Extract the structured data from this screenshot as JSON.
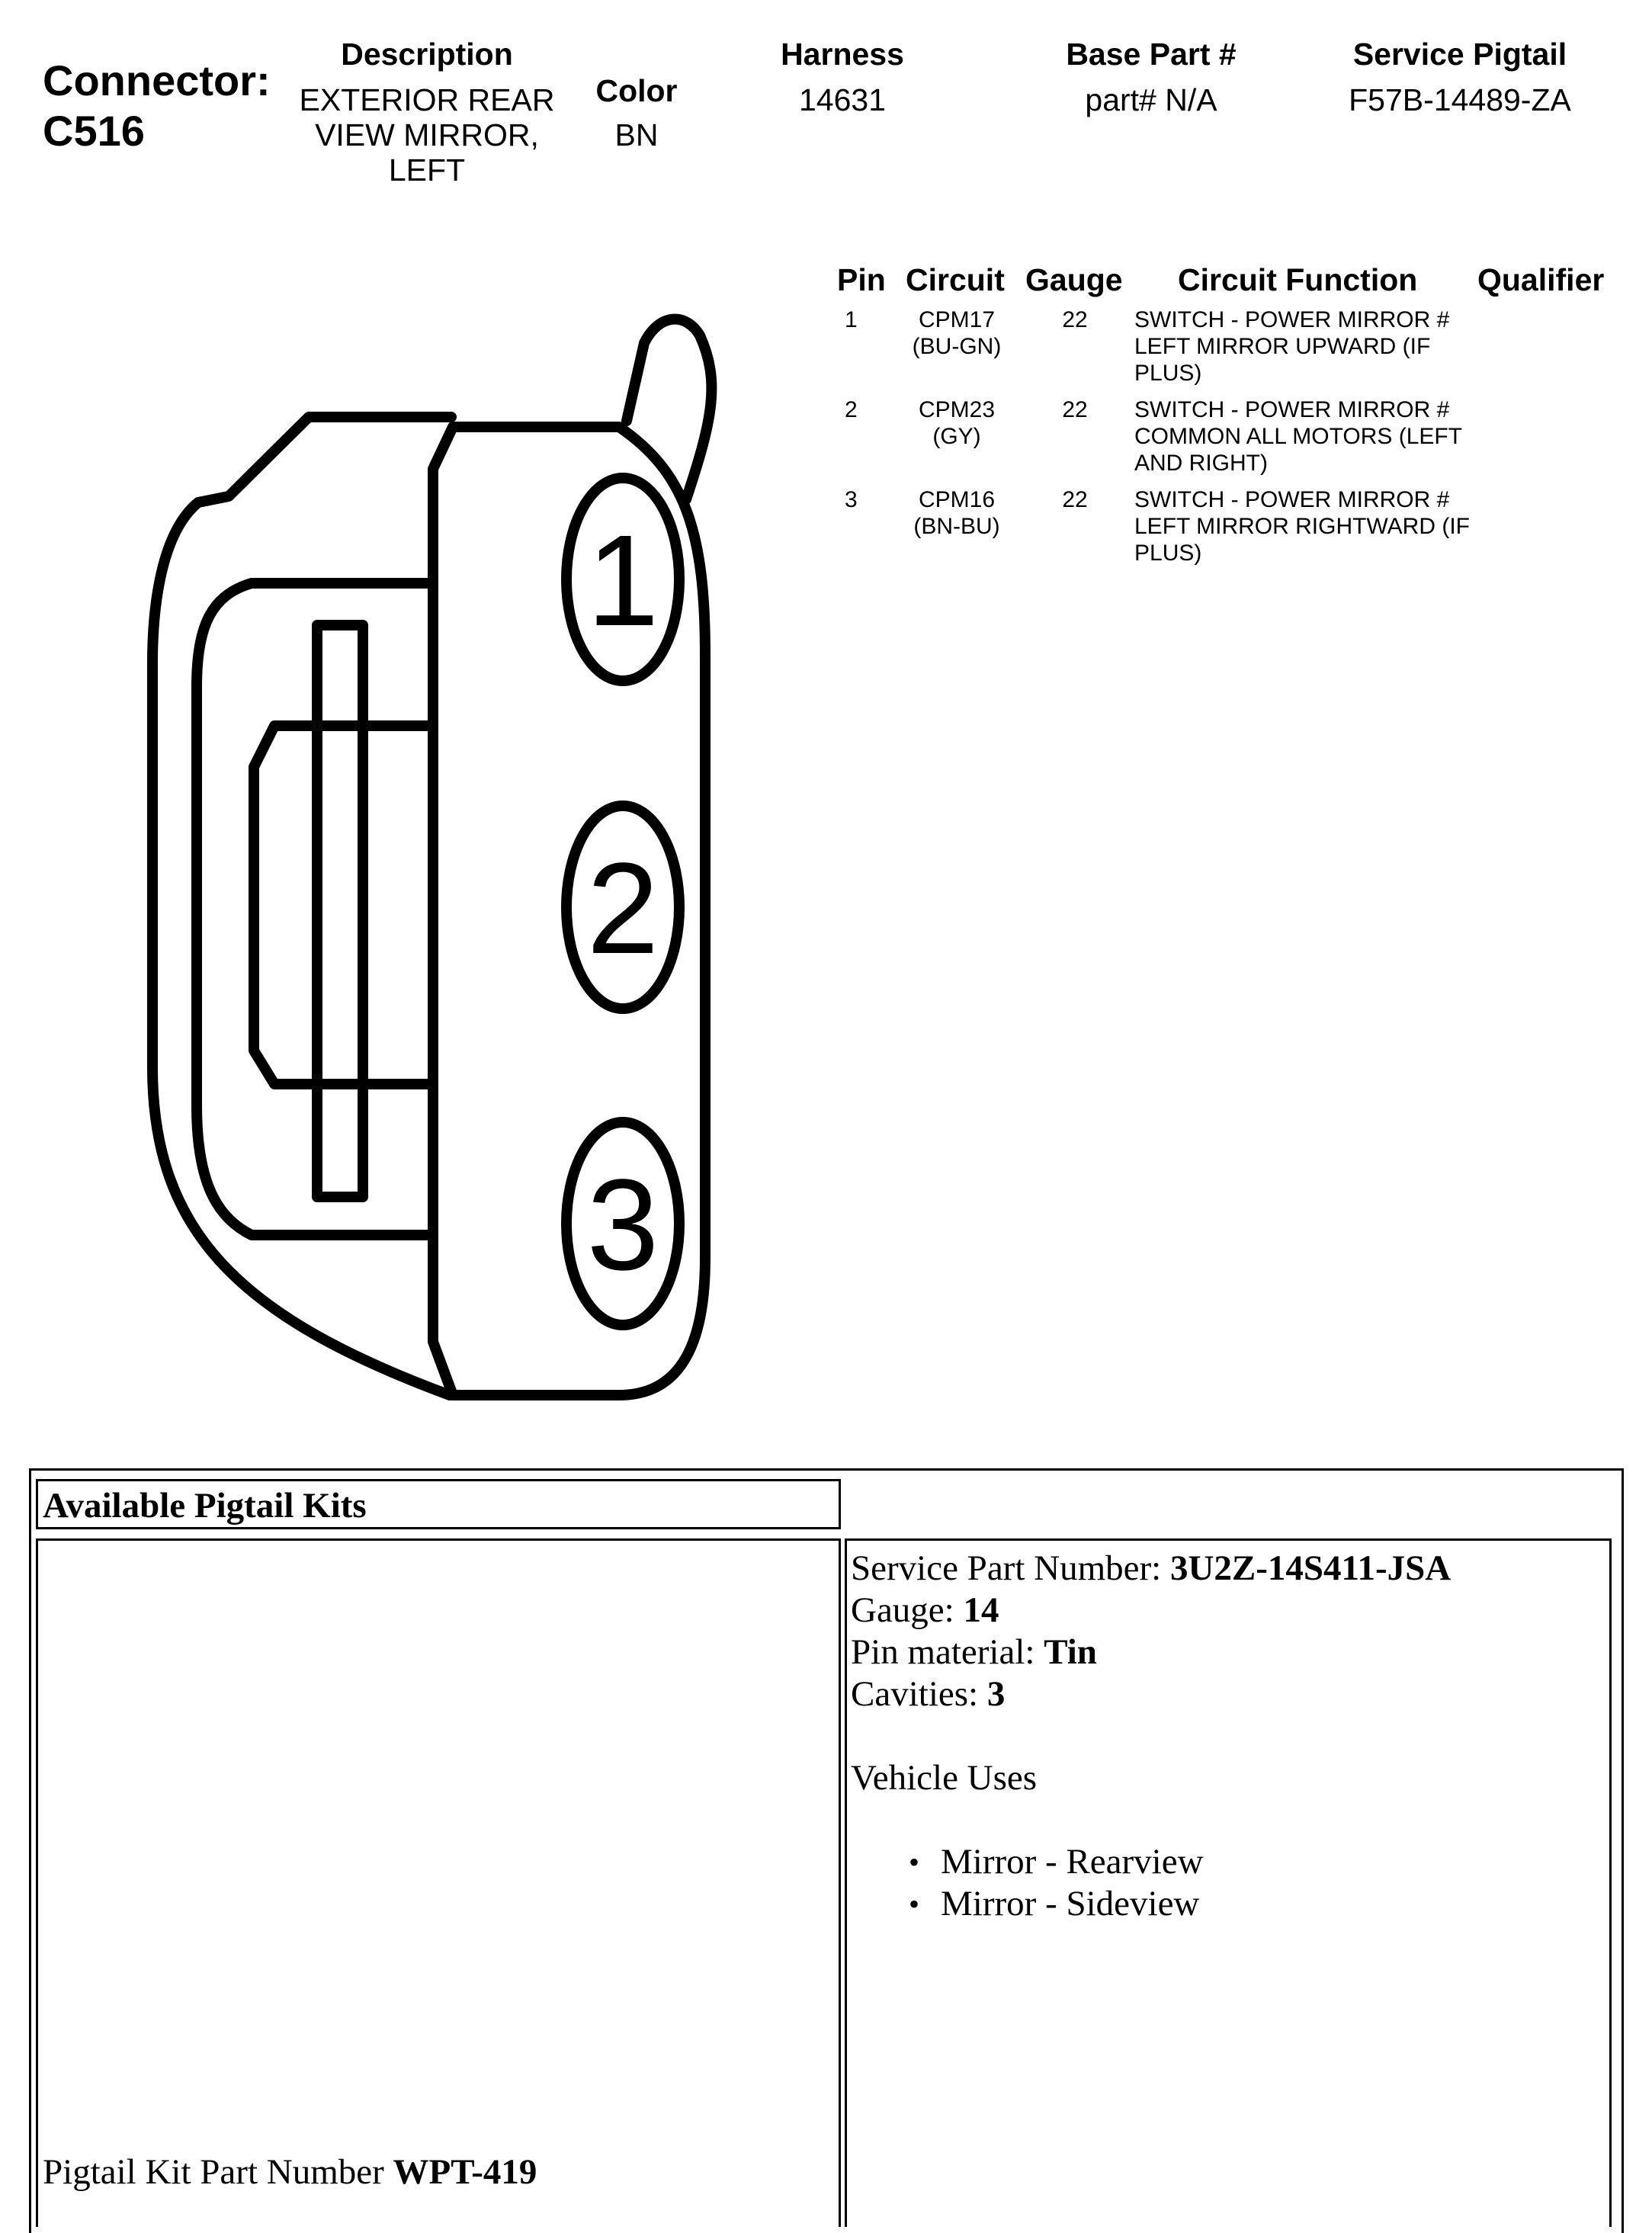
{
  "connector": {
    "label": "Connector:",
    "id": "C516"
  },
  "header": {
    "description_label": "Description",
    "description_value": "EXTERIOR REAR VIEW MIRROR, LEFT",
    "color_label": "Color",
    "color_value": "BN",
    "harness_label": "Harness",
    "harness_value": "14631",
    "base_part_label": "Base Part #",
    "base_part_value": "part# N/A",
    "service_pigtail_label": "Service Pigtail",
    "service_pigtail_value": "F57B-14489-ZA"
  },
  "pin_table": {
    "columns": [
      "Pin",
      "Circuit",
      "Gauge",
      "Circuit Function",
      "Qualifier"
    ],
    "rows": [
      {
        "pin": "1",
        "circuit": "CPM17 (BU-GN)",
        "gauge": "22",
        "function": "SWITCH - POWER MIRROR # LEFT MIRROR UPWARD (IF PLUS)",
        "qualifier": ""
      },
      {
        "pin": "2",
        "circuit": "CPM23 (GY)",
        "gauge": "22",
        "function": "SWITCH - POWER MIRROR # COMMON ALL MOTORS (LEFT AND RIGHT)",
        "qualifier": ""
      },
      {
        "pin": "3",
        "circuit": "CPM16 (BN-BU)",
        "gauge": "22",
        "function": "SWITCH - POWER MIRROR # LEFT MIRROR RIGHTWARD (IF PLUS)",
        "qualifier": ""
      }
    ]
  },
  "diagram": {
    "pin_labels": [
      "1",
      "2",
      "3"
    ]
  },
  "kits": {
    "title": "Available Pigtail Kits",
    "kit_part_label": "Pigtail Kit Part Number ",
    "kit_part_value": "WPT-419",
    "service_part_label": "Service Part Number: ",
    "service_part_value": "3U2Z-14S411-JSA",
    "gauge_label": "Gauge: ",
    "gauge_value": "14",
    "pin_material_label": "Pin material: ",
    "pin_material_value": "Tin",
    "cavities_label": "Cavities: ",
    "cavities_value": "3",
    "vehicle_uses_label": "Vehicle Uses",
    "vehicle_uses": [
      "Mirror - Rearview",
      "Mirror - Sideview"
    ]
  }
}
